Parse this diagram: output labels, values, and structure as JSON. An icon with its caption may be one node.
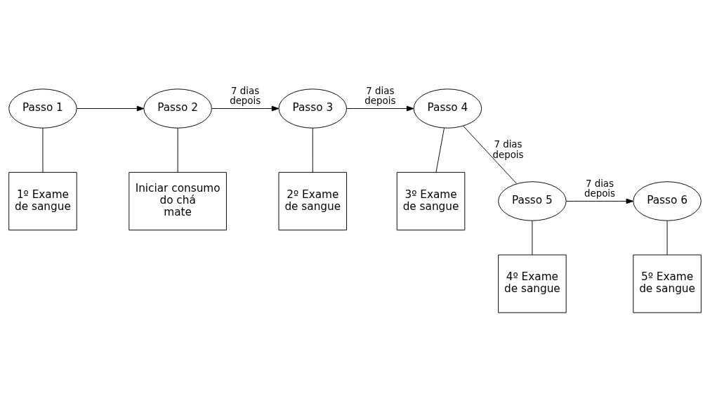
{
  "diagram": {
    "nodes": [
      {
        "text": [
          "Passo 1"
        ]
      },
      {
        "text": [
          "1º Exame de sangue"
        ]
      },
      {
        "text": [
          "Passo 2"
        ]
      },
      {
        "text": [
          "Iniciar consumo do chá mate"
        ]
      },
      {
        "text": [
          "Passo 3"
        ]
      },
      {
        "text": [
          "2º Exame de sangue"
        ]
      },
      {
        "text": [
          "Passo 4"
        ]
      },
      {
        "text": [
          "3º Exame de sangue"
        ]
      },
      {
        "text": [
          "Passo 5"
        ]
      },
      {
        "text": [
          "4º Exame de sangue"
        ]
      },
      {
        "text": [
          "Passo 6"
        ]
      },
      {
        "text": [
          "5º Exame de sangue"
        ]
      }
    ],
    "edges": [
      {
        "from": 0,
        "to": 1,
        "arrow": "none"
      },
      {
        "from": 0,
        "to": 2,
        "arrow": "to"
      },
      {
        "from": 2,
        "to": 3,
        "arrow": "none"
      },
      {
        "from": 2,
        "to": 4,
        "arrow": "to",
        "label": "7 dias depois"
      },
      {
        "from": 4,
        "to": 5,
        "arrow": "none"
      },
      {
        "from": 4,
        "to": 6,
        "arrow": "to",
        "label": "7 dias depois"
      },
      {
        "from": 6,
        "to": 7,
        "arrow": "none"
      },
      {
        "from": 6,
        "to": 8,
        "arrow": "none",
        "label": "7 dias depois"
      },
      {
        "from": 8,
        "to": 9,
        "arrow": "none"
      },
      {
        "from": 8,
        "to": 10,
        "arrow": "to",
        "label": "7 dias depois"
      },
      {
        "from": 10,
        "to": 11,
        "arrow": "none"
      }
    ]
  }
}
